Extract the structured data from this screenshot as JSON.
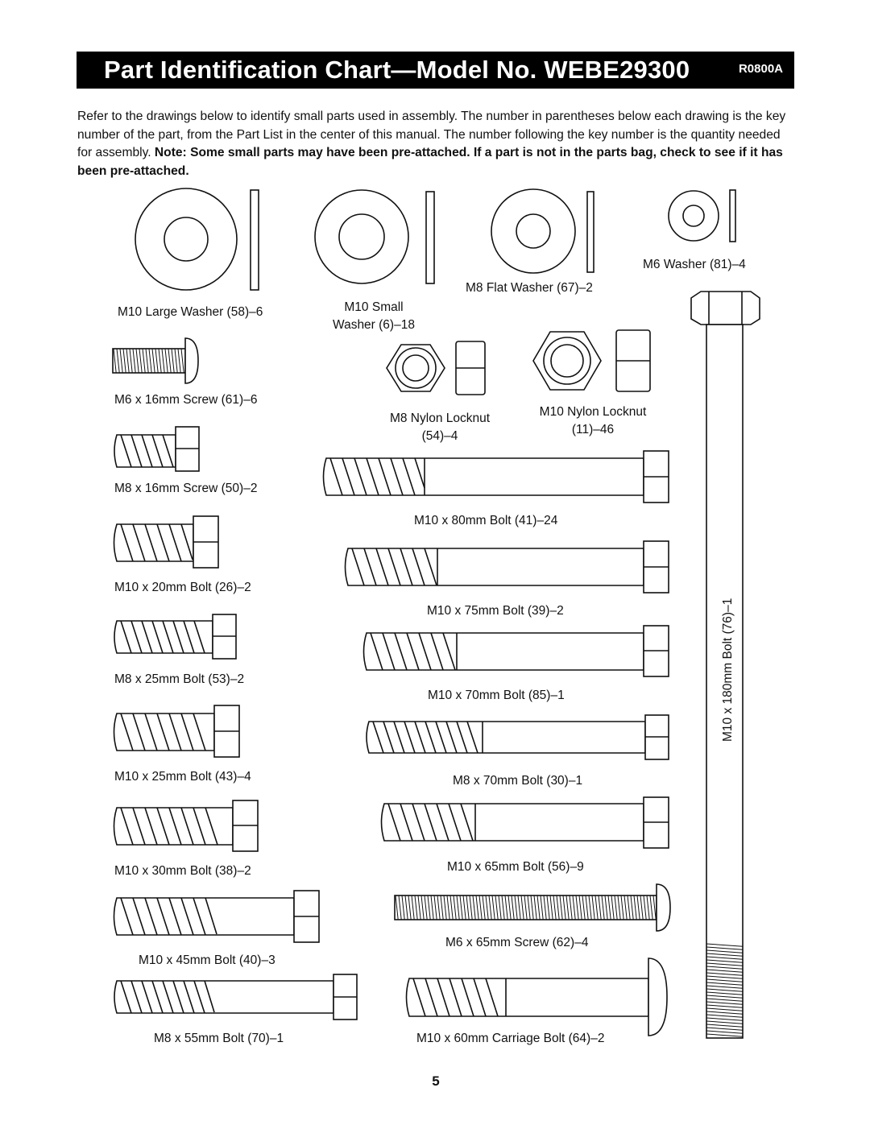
{
  "header": {
    "title": "Part Identification Chart—Model No. WEBE29300",
    "code": "R0800A"
  },
  "intro": {
    "normal": "Refer to the drawings below to identify small parts used in assembly. The number in parentheses below each drawing is the key number of the part, from the Part List in the center of this manual. The number following the key number is the quantity needed for assembly. ",
    "bold": "Note: Some small parts may have been pre-attached. If a part is not in the parts bag, check to see if it has been pre-attached."
  },
  "parts": {
    "m10_large_washer": "M10 Large Washer (58)–6",
    "m10_small_washer_line1": "M10 Small",
    "m10_small_washer_line2": "Washer (6)–18",
    "m8_flat_washer": "M8 Flat Washer (67)–2",
    "m6_washer": "M6 Washer (81)–4",
    "m6_16_screw": "M6 x 16mm Screw (61)–6",
    "m8_nylon_locknut_line1": "M8 Nylon Locknut",
    "m8_nylon_locknut_line2": "(54)–4",
    "m10_nylon_locknut_line1": "M10 Nylon Locknut",
    "m10_nylon_locknut_line2": "(11)–46",
    "m8_16_screw": "M8 x 16mm Screw (50)–2",
    "m10_80_bolt": "M10 x 80mm Bolt (41)–24",
    "m10_20_bolt": "M10 x 20mm Bolt (26)–2",
    "m10_75_bolt": "M10 x 75mm Bolt (39)–2",
    "m8_25_bolt": "M8 x 25mm Bolt (53)–2",
    "m10_70_bolt": "M10 x 70mm Bolt (85)–1",
    "m10_25_bolt": "M10 x 25mm Bolt (43)–4",
    "m8_70_bolt": "M8 x 70mm Bolt (30)–1",
    "m10_30_bolt": "M10 x 30mm Bolt (38)–2",
    "m10_65_bolt": "M10 x 65mm Bolt (56)–9",
    "m6_65_screw": "M6 x 65mm Screw (62)–4",
    "m10_45_bolt": "M10 x 45mm Bolt (40)–3",
    "m8_55_bolt": "M8 x 55mm Bolt (70)–1",
    "m10_60_carriage_bolt": "M10 x 60mm Carriage Bolt (64)–2",
    "m10_180_bolt": "M10 x 180mm Bolt (76)–1"
  },
  "page_number": "5"
}
